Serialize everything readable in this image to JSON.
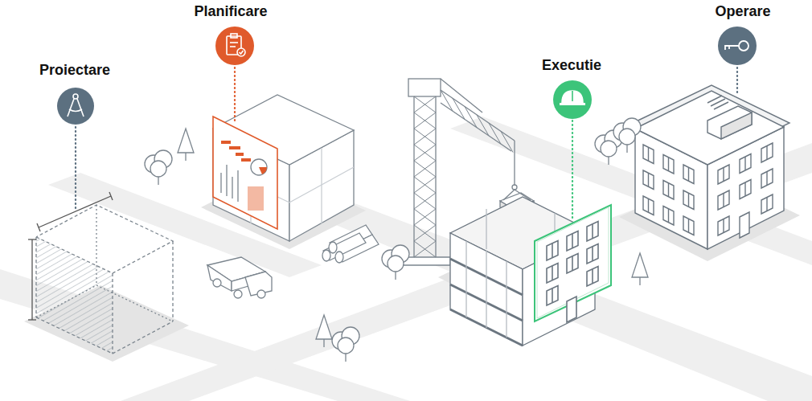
{
  "diagram": {
    "labels": [
      "Proiectare",
      "Planificare",
      "Executie",
      "Operare"
    ]
  }
}
